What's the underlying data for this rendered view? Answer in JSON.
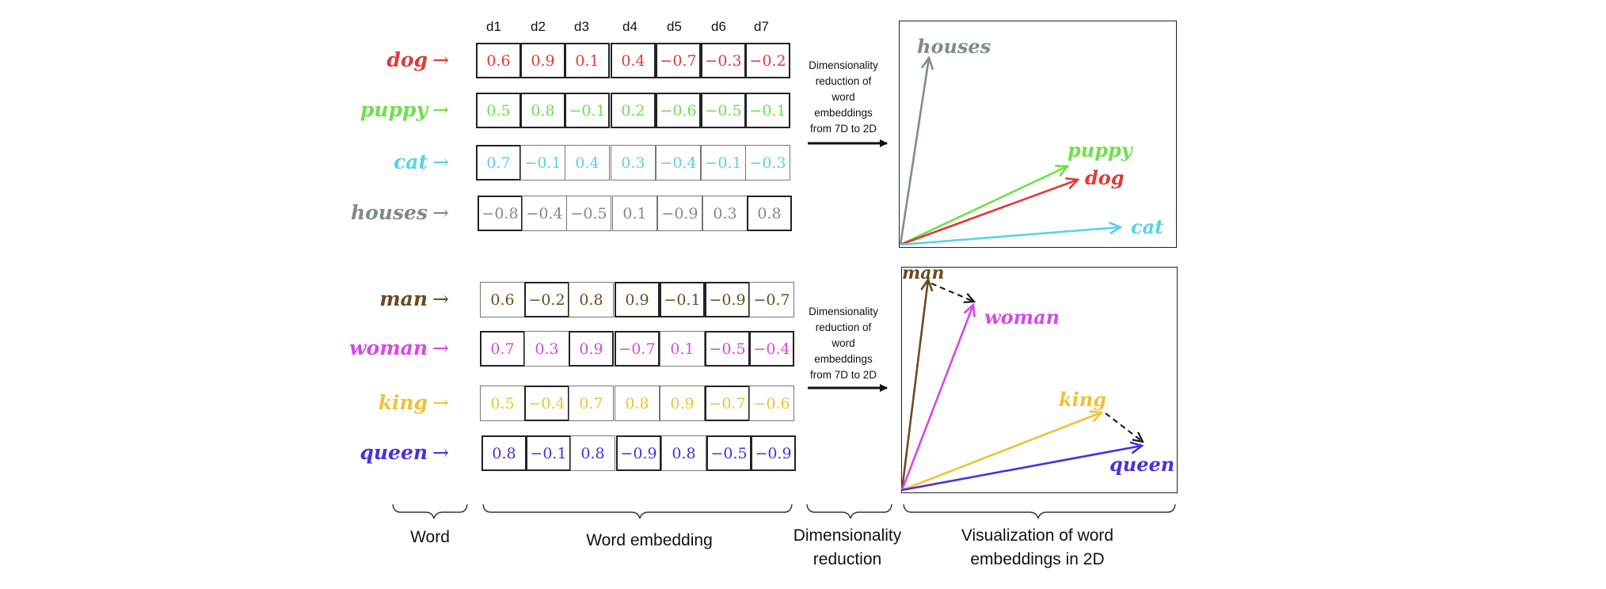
{
  "dimension_headers": [
    "d1",
    "d2",
    "d3",
    "d4",
    "d5",
    "d6",
    "d7"
  ],
  "top_rows": [
    {
      "word": "dog",
      "arrow": "→",
      "color": "#e03a3a",
      "values": [
        "0.6",
        "0.9",
        "0.1",
        "0.4",
        "−0.7",
        "−0.3",
        "−0.2"
      ]
    },
    {
      "word": "puppy",
      "arrow": "→",
      "color": "#6ee04a",
      "values": [
        "0.5",
        "0.8",
        "−0.1",
        "0.2",
        "−0.6",
        "−0.5",
        "−0.1"
      ]
    },
    {
      "word": "cat",
      "arrow": "→",
      "color": "#5bd0ea",
      "values": [
        "0.7",
        "−0.1",
        "0.4",
        "0.3",
        "−0.4",
        "−0.1",
        "−0.3"
      ]
    },
    {
      "word": "houses",
      "arrow": "→",
      "color": "#7f8a8e",
      "values": [
        "−0.8",
        "−0.4",
        "−0.5",
        "0.1",
        "−0.9",
        "0.3",
        "0.8"
      ]
    }
  ],
  "bottom_rows": [
    {
      "word": "man",
      "arrow": "→",
      "color": "#6b4a22",
      "values": [
        "0.6",
        "−0.2",
        "0.8",
        "0.9",
        "−0.1",
        "−0.9",
        "−0.7"
      ]
    },
    {
      "word": "woman",
      "arrow": "→",
      "color": "#d848e8",
      "values": [
        "0.7",
        "0.3",
        "0.9",
        "−0.7",
        "0.1",
        "−0.5",
        "−0.4"
      ]
    },
    {
      "word": "king",
      "arrow": "→",
      "color": "#f0c234",
      "values": [
        "0.5",
        "−0.4",
        "0.7",
        "0.8",
        "0.9",
        "−0.7",
        "−0.6"
      ]
    },
    {
      "word": "queen",
      "arrow": "→",
      "color": "#4a2ee0",
      "values": [
        "0.8",
        "−0.1",
        "0.8",
        "−0.9",
        "0.8",
        "−0.5",
        "−0.9"
      ]
    }
  ],
  "dim_reduction_text": [
    "Dimensionality",
    "reduction of",
    "word",
    "embeddings",
    "from 7D to 2D"
  ],
  "top_plot_labels": {
    "houses": "houses",
    "puppy": "puppy",
    "dog": "dog",
    "cat": "cat"
  },
  "bottom_plot_labels": {
    "man": "man",
    "woman": "woman",
    "king": "king",
    "queen": "queen"
  },
  "bottom_labels": {
    "word": "Word",
    "embedding": "Word embedding",
    "dimred_line1": "Dimensionality",
    "dimred_line2": "reduction",
    "viz_line1": "Visualization of word",
    "viz_line2": "embeddings  in 2D"
  }
}
